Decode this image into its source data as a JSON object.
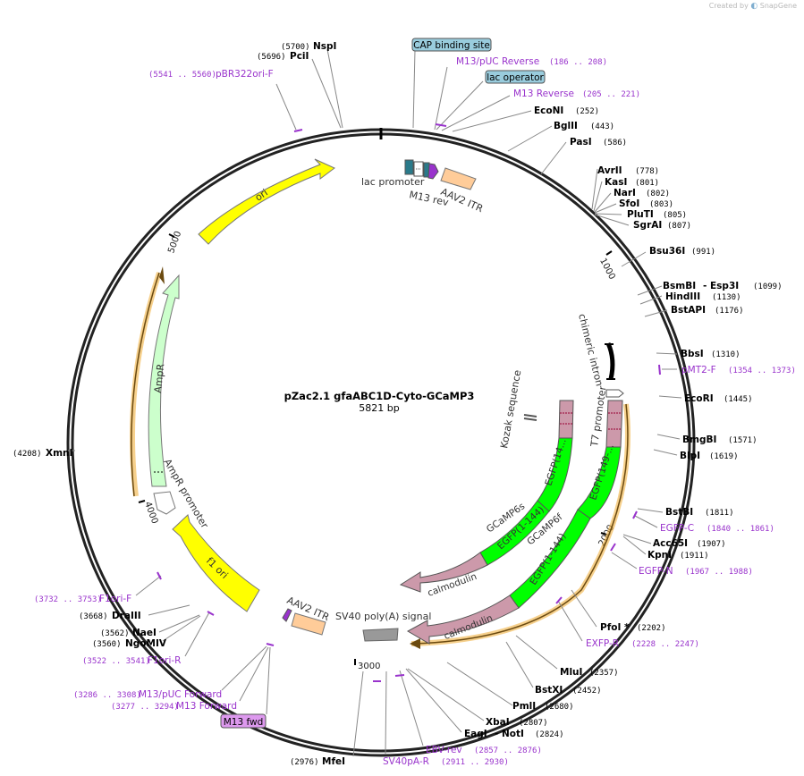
{
  "watermark": {
    "prefix": "Created by",
    "brand": "SnapGene"
  },
  "plasmid": {
    "name": "pZac2.1 gfaABC1D-Cyto-GCaMP3",
    "size_label": "5821 bp",
    "length": 5821
  },
  "ticks": [
    {
      "pos": 1000,
      "label": "1000"
    },
    {
      "pos": 2000,
      "label": "2000"
    },
    {
      "pos": 3000,
      "label": "3000"
    },
    {
      "pos": 4000,
      "label": "4000"
    },
    {
      "pos": 5000,
      "label": "5000"
    }
  ],
  "colors": {
    "ori": "#ffff00",
    "ampr": "#ccffcc",
    "itr": "#ffcc99",
    "intron": "#000000",
    "egfp": "#00ff00",
    "calmodulin": "#cc99aa",
    "polyA": "#999999",
    "enzyme": "#000000",
    "primer": "#9933cc",
    "feature_box": "#99ccdd"
  },
  "enzymes": [
    {
      "name": "NspI",
      "pos": "(5700)"
    },
    {
      "name": "PciI",
      "pos": "(5696)"
    },
    {
      "name": "EcoNI",
      "pos": "(252)"
    },
    {
      "name": "BglII",
      "pos": "(443)"
    },
    {
      "name": "PasI",
      "pos": "(586)"
    },
    {
      "name": "AvrII",
      "pos": "(778)"
    },
    {
      "name": "KasI",
      "pos": "(801)"
    },
    {
      "name": "NarI",
      "pos": "(802)"
    },
    {
      "name": "SfoI",
      "pos": "(803)"
    },
    {
      "name": "PluTI",
      "pos": "(805)"
    },
    {
      "name": "SgrAI",
      "pos": "(807)"
    },
    {
      "name": "Bsu36I",
      "pos": "(991)"
    },
    {
      "name": "BsmBI",
      "pos": ""
    },
    {
      "name": "- Esp3I",
      "pos": "(1099)"
    },
    {
      "name": "HindIII",
      "pos": "(1130)"
    },
    {
      "name": "BstAPI",
      "pos": "(1176)"
    },
    {
      "name": "BbsI",
      "pos": "(1310)"
    },
    {
      "name": "EcoRI",
      "pos": "(1445)"
    },
    {
      "name": "BmgBI",
      "pos": "(1571)"
    },
    {
      "name": "BlpI",
      "pos": "(1619)"
    },
    {
      "name": "BstBI",
      "pos": "(1811)"
    },
    {
      "name": "Acc65I",
      "pos": "(1907)"
    },
    {
      "name": "KpnI",
      "pos": "(1911)"
    },
    {
      "name": "PfoI *",
      "pos": "(2202)"
    },
    {
      "name": "MluI",
      "pos": "(2357)"
    },
    {
      "name": "BstXI",
      "pos": "(2452)"
    },
    {
      "name": "PmlI",
      "pos": "(2680)"
    },
    {
      "name": "XbaI",
      "pos": "(2807)"
    },
    {
      "name": "EagI",
      "pos": ""
    },
    {
      "name": "- NotI",
      "pos": "(2824)"
    },
    {
      "name": "MfeI",
      "pos": "(2976)"
    },
    {
      "name": "XmnI",
      "pos": "(4208)"
    },
    {
      "name": "DraIII",
      "pos": "(3668)"
    },
    {
      "name": "NaeI",
      "pos": "(3562)"
    },
    {
      "name": "NgoMIV",
      "pos": "(3560)"
    }
  ],
  "primers": [
    {
      "name": "pBR322ori-F",
      "range": "(5541 .. 5560)"
    },
    {
      "name": "M13/pUC Reverse",
      "range": "(186 .. 208)"
    },
    {
      "name": "M13 Reverse",
      "range": "(205 .. 221)"
    },
    {
      "name": "pMT2-F",
      "range": "(1354 .. 1373)"
    },
    {
      "name": "EGFP-C",
      "range": "(1840 .. 1861)"
    },
    {
      "name": "EGFP-N",
      "range": "(1967 .. 1988)"
    },
    {
      "name": "EXFP-R",
      "range": "(2228 .. 2247)"
    },
    {
      "name": "EBV-rev",
      "range": "(2857 .. 2876)"
    },
    {
      "name": "SV40pA-R",
      "range": "(2911 .. 2930)"
    },
    {
      "name": "F1ori-F",
      "range": "(3732 .. 3753)"
    },
    {
      "name": "F1ori-R",
      "range": "(3522 .. 3541)"
    },
    {
      "name": "M13/pUC Forward",
      "range": "(3286 .. 3308)"
    },
    {
      "name": "M13 Forward",
      "range": "(3277 .. 3294)"
    }
  ],
  "boxed_labels": [
    {
      "name": "CAP binding site"
    },
    {
      "name": "lac operator"
    },
    {
      "name": "M13 fwd"
    }
  ],
  "features": {
    "ori": "ori",
    "ampr": "AmpR",
    "ampr_promoter": "AmpR promoter",
    "f1_ori": "f1 ori",
    "lac_promoter": "lac promoter",
    "m13_rev": "M13 rev",
    "aav2_itr_top": "AAV2 ITR",
    "aav2_itr_bottom": "AAV2 ITR",
    "chimeric_intron": "chimeric intron",
    "t7_promoter": "T7 promoter",
    "kozak": "Kozak sequence",
    "gcamp6s": "GCaMP6s",
    "gcamp6f": "GCaMP6f",
    "egfp_14": "EGFP(14...",
    "egfp_1_144_a": "EGFP(1-144)",
    "egfp_149": "EGFP(149-...",
    "egfp_1_144_b": "EGFP(1-144)",
    "calmodulin_a": "calmodulin",
    "calmodulin_b": "calmodulin",
    "sv40": "SV40 poly(A) signal"
  }
}
